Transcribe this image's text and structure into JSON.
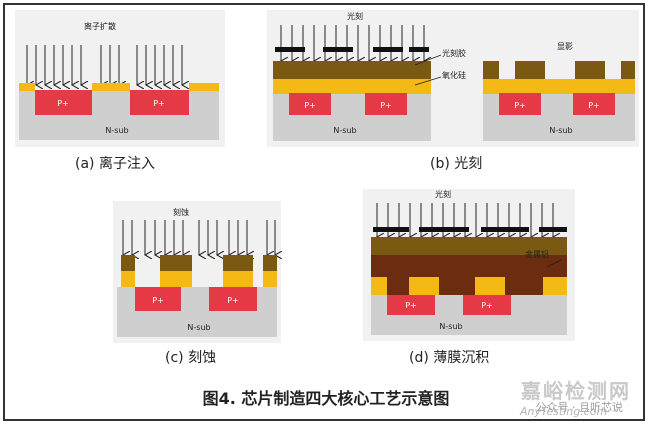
{
  "panels": {
    "a": {
      "caption": "(a) 离子注入",
      "top_label": "离子扩散",
      "psub_label": "P+",
      "nsub_label": "N-sub"
    },
    "b": {
      "caption": "(b) 光刻",
      "top_label": "光刻",
      "photoresist_label": "光刻胶",
      "oxide_label": "氧化硅",
      "develop_label": "显影",
      "psub_label": "P+",
      "nsub_label": "N-sub"
    },
    "c": {
      "caption": "(c) 刻蚀",
      "top_label": "刻蚀",
      "psub_label": "P+",
      "nsub_label": "N-sub"
    },
    "d": {
      "caption": "(d) 薄膜沉积",
      "top_label": "光刻",
      "metal_label": "金属铝",
      "psub_label": "P+",
      "nsub_label": "N-sub"
    }
  },
  "figure_title": "图4. 芯片制造四大核心工艺示意图",
  "watermark": {
    "brand": "嘉峪检测网",
    "account": "公众号 · 且听芯说",
    "url": "AnyTesting.com"
  },
  "colors": {
    "substrate": "#cfcfcf",
    "p_plus": "#e63946",
    "oxide": "#f5b915",
    "photoresist": "#7a5a12",
    "metal": "#6b2c10",
    "mask": "#111111"
  }
}
